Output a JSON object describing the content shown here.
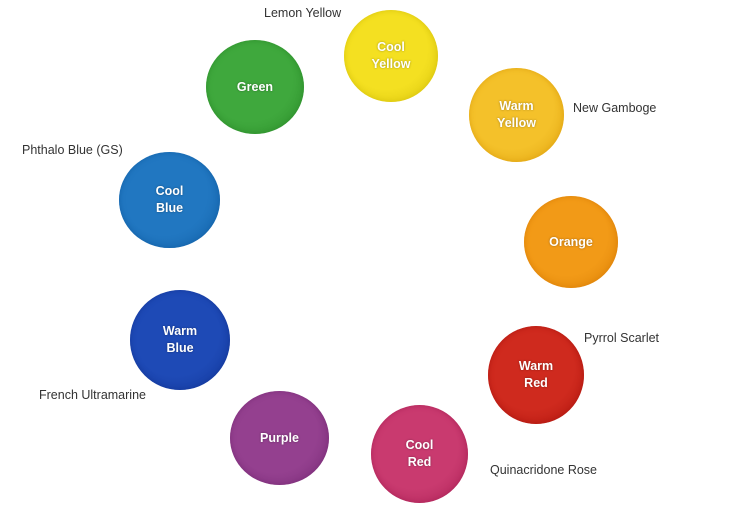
{
  "swatches": [
    {
      "id": "cool-yellow",
      "label": "Cool\nYellow",
      "color": "#f4e021",
      "edge": "#d8c40e"
    },
    {
      "id": "warm-yellow",
      "label": "Warm\nYellow",
      "color": "#f4c12a",
      "edge": "#e0a412"
    },
    {
      "id": "orange",
      "label": "Orange",
      "color": "#f29a17",
      "edge": "#dc8108"
    },
    {
      "id": "warm-red",
      "label": "Warm\nRed",
      "color": "#cf2a1e",
      "edge": "#b01710"
    },
    {
      "id": "cool-red",
      "label": "Cool\nRed",
      "color": "#c93a6f",
      "edge": "#ad2458"
    },
    {
      "id": "purple",
      "label": "Purple",
      "color": "#94408f",
      "edge": "#7c2e79"
    },
    {
      "id": "warm-blue",
      "label": "Warm\nBlue",
      "color": "#1e4ab6",
      "edge": "#14389a"
    },
    {
      "id": "cool-blue",
      "label": "Cool\nBlue",
      "color": "#2177c1",
      "edge": "#1462a8"
    },
    {
      "id": "green",
      "label": "Green",
      "color": "#3fa83d",
      "edge": "#2e8f2c"
    }
  ],
  "pigments": {
    "lemon_yellow": "Lemon Yellow",
    "new_gamboge": "New Gamboge",
    "pyrrol_scarlet": "Pyrrol Scarlet",
    "quinacridone_rose": "Quinacridone Rose",
    "french_ultramarine": "French Ultramarine",
    "phthalo_blue": "Phthalo Blue (GS)"
  }
}
